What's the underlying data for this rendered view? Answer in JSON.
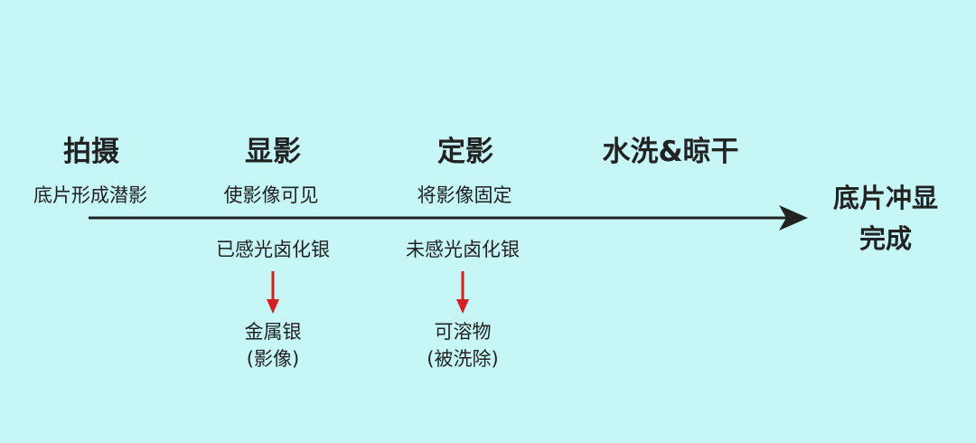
{
  "stages": [
    {
      "title": "拍摄",
      "subtitle": "底片形成潜影"
    },
    {
      "title": "显影",
      "subtitle": "使影像可见"
    },
    {
      "title": "定影",
      "subtitle": "将影像固定"
    },
    {
      "title": "水洗&晾干"
    }
  ],
  "end": {
    "line1": "底片冲显",
    "line2": "完成"
  },
  "branches": [
    {
      "label": "已感光卤化银",
      "result_line1": "金属银",
      "result_line2": "(影像)"
    },
    {
      "label": "未感光卤化银",
      "result_line1": "可溶物",
      "result_line2": "(被洗除)"
    }
  ],
  "colors": {
    "background": "#c6f6f6",
    "timeline": "#222222",
    "branch_arrow": "#d42020"
  }
}
